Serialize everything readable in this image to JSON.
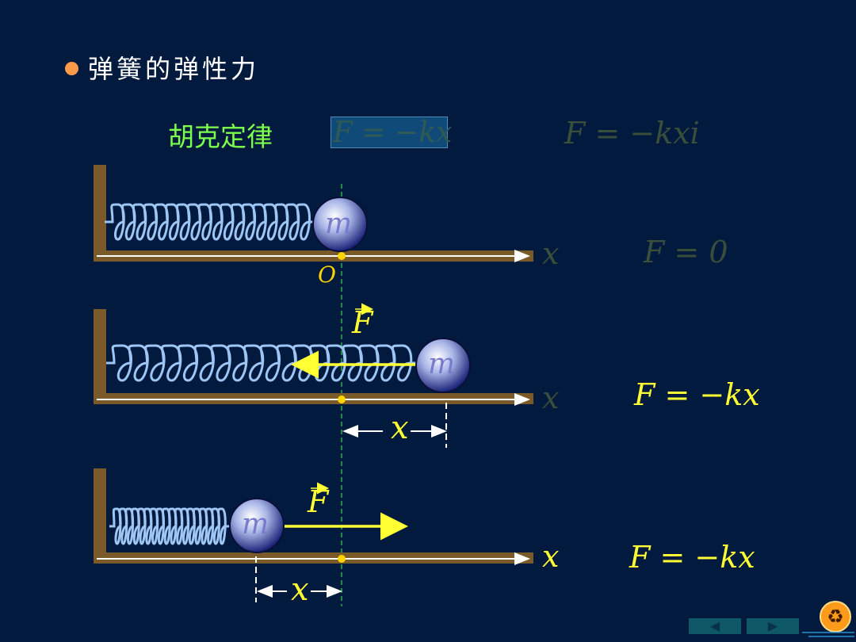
{
  "slide": {
    "title": "弹簧的弹性力",
    "hooke_label": "胡克定律",
    "boxed_equation": "F = −kx",
    "vector_equation": "F = −kxi",
    "eq_rest": "F = 0",
    "eq_stretched": "F = −kx",
    "eq_compressed": "F = −kx"
  },
  "diagram": {
    "origin_label": "O",
    "axis_label": "x",
    "mass_label": "m",
    "force_label": "F",
    "displacement_label": "x"
  },
  "nav": {
    "prev_icon": "left-arrow-icon",
    "next_icon": "right-arrow-icon",
    "logo_icon": "recycle-logo-icon"
  },
  "colors": {
    "background": "#031a3f",
    "wall": "#7a5a28",
    "spring": "#9ec6f5",
    "force": "#ffff33",
    "title_green": "#7cff4a",
    "dashed": "#3ad14a"
  }
}
